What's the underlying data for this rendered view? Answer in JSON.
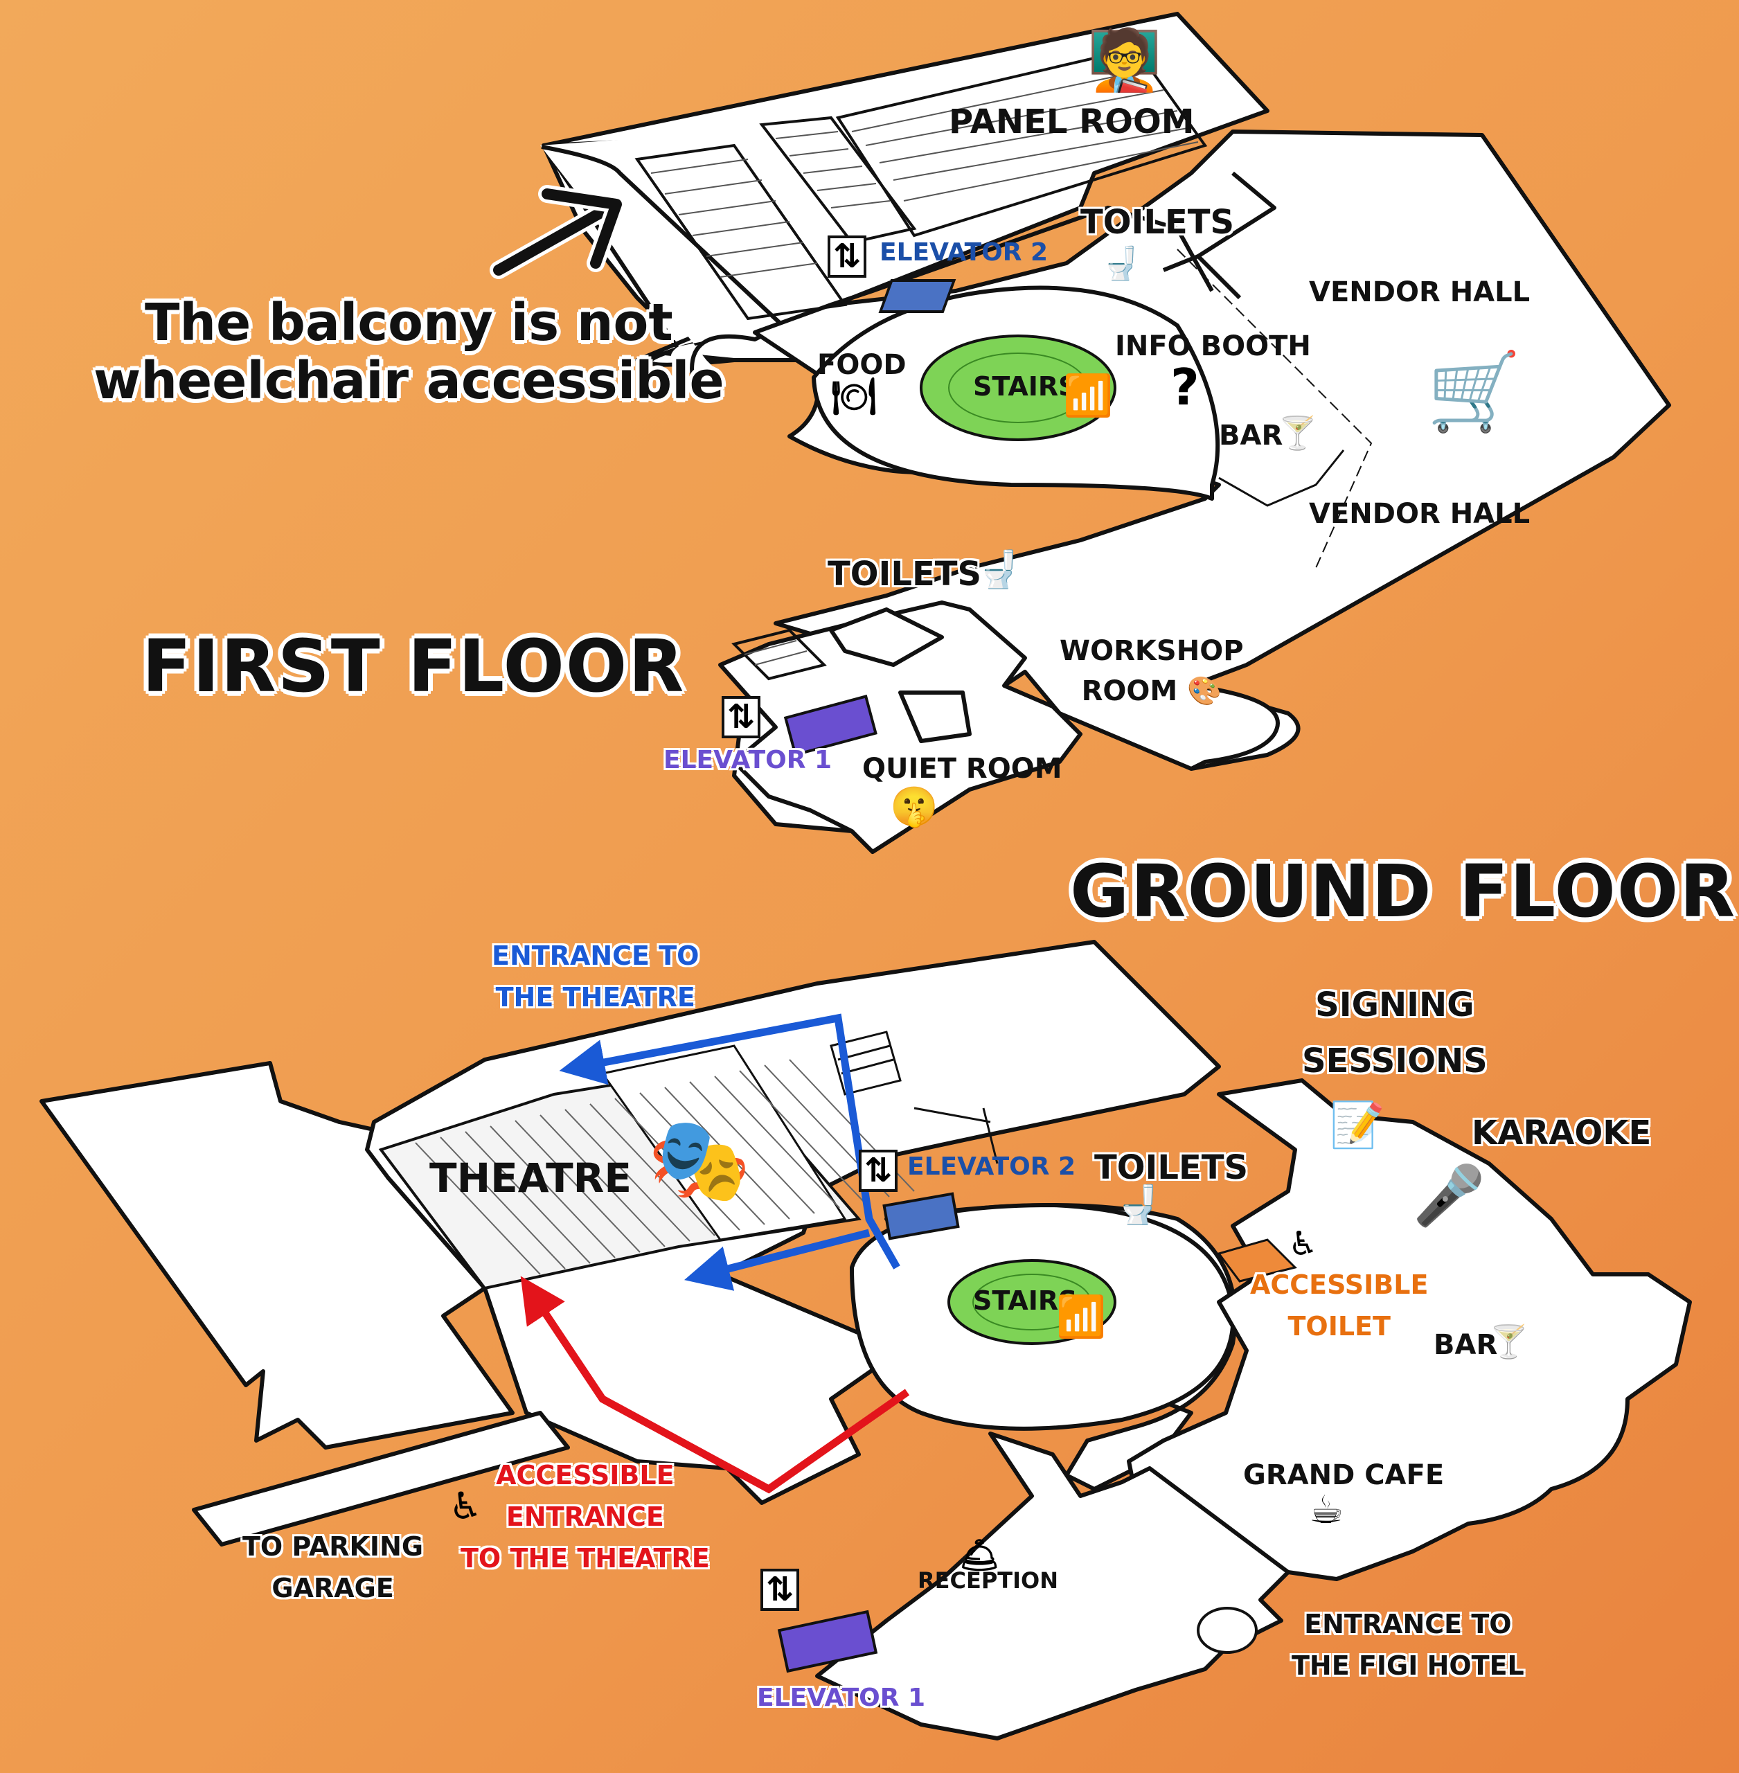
{
  "note": {
    "line1": "The balcony is not",
    "line2": "wheelchair accessible"
  },
  "first_floor": {
    "title": "FIRST  FLOOR",
    "panel_room": "PANEL ROOM",
    "toilets_top": "TOILETS",
    "elevator_2": "ELEVATOR 2",
    "vendor_hall_top": "VENDOR HALL",
    "vendor_hall_bottom": "VENDOR HALL",
    "food": "FOOD",
    "stairs": "STAIRS",
    "info_booth": "INFO BOOTH",
    "info_symbol": "?",
    "bar": "BAR",
    "toilets_bottom": "TOILETS",
    "workshop_line1": "WORKSHOP",
    "workshop_line2": "ROOM",
    "elevator_1": "ELEVATOR 1",
    "quiet_room": "QUIET ROOM"
  },
  "ground_floor": {
    "title": "GROUND FLOOR",
    "entrance_theatre_line1": "ENTRANCE TO",
    "entrance_theatre_line2": "THE THEATRE",
    "theatre": "THEATRE",
    "elevator_2": "ELEVATOR 2",
    "toilets": "TOILETS",
    "signing_line1": "SIGNING",
    "signing_line2": "SESSIONS",
    "karaoke": "KARAOKE",
    "stairs": "STAIRS",
    "accessible_toilet_line1": "ACCESSIBLE",
    "accessible_toilet_line2": "TOILET",
    "bar": "BAR",
    "grand_cafe": "GRAND CAFE",
    "accessible_entrance_line1": "ACCESSIBLE",
    "accessible_entrance_line2": "ENTRANCE",
    "accessible_entrance_line3": "TO THE THEATRE",
    "parking_line1": "TO PARKING",
    "parking_line2": "GARAGE",
    "reception": "RECEPTION",
    "elevator_1": "ELEVATOR 1",
    "hotel_line1": "ENTRANCE TO",
    "hotel_line2": "THE FIGI HOTEL"
  },
  "colors": {
    "background": "#ef9a4e",
    "floor": "#ffffff",
    "walls": "#111111",
    "stairs_green": "#7ed356",
    "elevator_2": "#4a72c4",
    "elevator_1": "#6a4fd0",
    "theatre_route": "#1a5ad6",
    "accessible_route": "#e3141b",
    "accessible_toilet": "#ee8a3a"
  },
  "icons": [
    "presenter-icon",
    "elevator-icon",
    "toilet-icon",
    "shopping-cart-icon",
    "food-icon",
    "stairs-icon",
    "bar-icon",
    "palette-icon",
    "quiet-icon",
    "theatre-masks-icon",
    "signing-icon",
    "microphone-icon",
    "wheelchair-icon",
    "coffee-icon",
    "reception-bell-icon"
  ]
}
